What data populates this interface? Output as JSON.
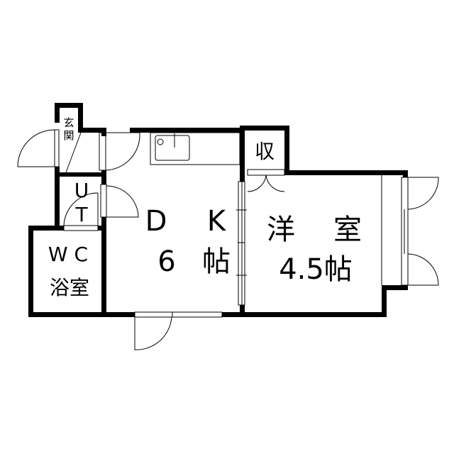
{
  "rooms": {
    "genkan": {
      "line1": "玄",
      "line2": "関"
    },
    "ut": {
      "line1": "U",
      "line2": "T"
    },
    "wc_bath": {
      "line1": "W C",
      "line2": "浴室"
    },
    "dk": {
      "name_d": "D",
      "name_k": "K",
      "size_num": "6",
      "size_unit": "帖"
    },
    "western": {
      "name_1": "洋",
      "name_2": "室",
      "size": "4.5帖"
    },
    "storage": {
      "label": "収"
    }
  },
  "colors": {
    "wall": "#000000",
    "background": "#ffffff"
  }
}
